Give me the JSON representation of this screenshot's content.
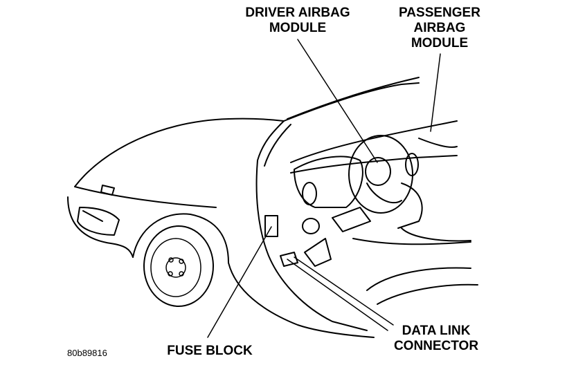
{
  "labels": {
    "driver_airbag": [
      "DRIVER AIRBAG",
      "MODULE"
    ],
    "passenger_airbag": [
      "PASSENGER",
      "AIRBAG",
      "MODULE"
    ],
    "data_link": [
      "DATA LINK",
      "CONNECTOR"
    ],
    "fuse_block": "FUSE BLOCK",
    "figure_id": "80b89816"
  }
}
